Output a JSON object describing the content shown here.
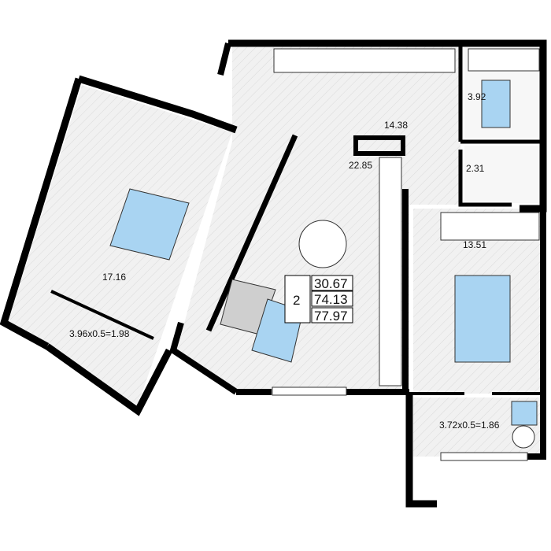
{
  "rooms": {
    "kitchen_living": "22.85",
    "hall": "14.38",
    "bathroom": "3.92",
    "toilet": "2.31",
    "bedroom_right": "13.51",
    "bedroom_left": "17.16",
    "balcony_left": "3.96x0.5=1.98",
    "balcony_right": "3.72x0.5=1.86"
  },
  "summary": {
    "rooms_count": "2",
    "living_area": "30.67",
    "total_area": "74.13",
    "total_with_balconies": "77.97"
  },
  "colors": {
    "wall": "#000000",
    "floor": "#ececec",
    "accent": "#a9d4f2"
  }
}
